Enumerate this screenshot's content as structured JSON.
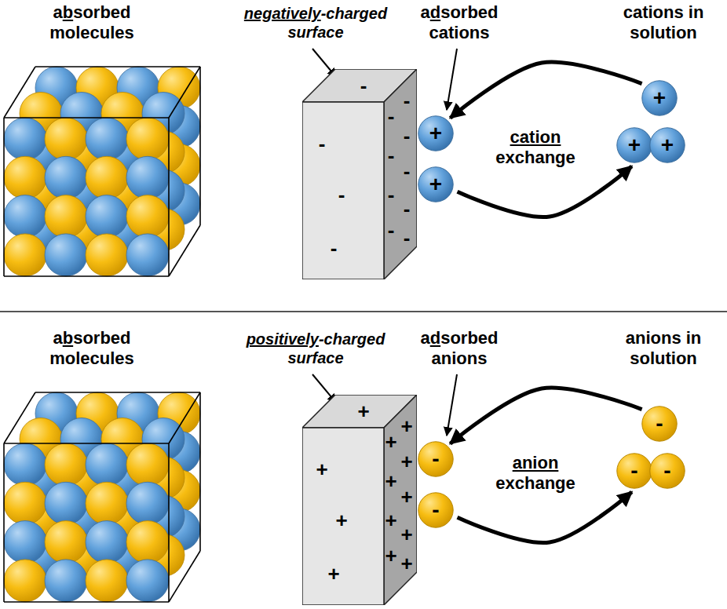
{
  "diagram": {
    "nodes": [
      {
        "text": [
          "-",
          "-",
          "-",
          "-",
          "-",
          "-",
          "-",
          "-",
          "-",
          "-",
          "-",
          "-",
          "-"
        ]
      },
      {
        "text": [
          "+"
        ]
      },
      {
        "text": [
          "+"
        ]
      },
      {
        "text": [
          "+"
        ]
      },
      {
        "text": [
          "+"
        ]
      },
      {
        "text": [
          "+"
        ]
      },
      {
        "text": [
          "+",
          "+",
          "+",
          "+",
          "+",
          "+",
          "+",
          "+",
          "+",
          "+",
          "+",
          "+",
          "+"
        ]
      },
      {
        "text": [
          "-"
        ]
      },
      {
        "text": [
          "-"
        ]
      },
      {
        "text": [
          "-"
        ]
      },
      {
        "text": [
          "-"
        ]
      },
      {
        "text": [
          "-"
        ]
      }
    ],
    "edges": [
      {
        "from": 3,
        "to": 1,
        "arrow": "to"
      },
      {
        "from": 2,
        "to": 4,
        "arrow": "to"
      },
      {
        "from": 9,
        "to": 7,
        "arrow": "to"
      },
      {
        "from": 8,
        "to": 10,
        "arrow": "to"
      }
    ],
    "labels": [
      "absorbed molecules",
      "negatively-charged surface",
      "adsorbed cations",
      "cations in solution",
      "cation exchange",
      "absorbed molecules",
      "positively-charged surface",
      "adsorbed anions",
      "anions in solution",
      "anion exchange"
    ]
  }
}
